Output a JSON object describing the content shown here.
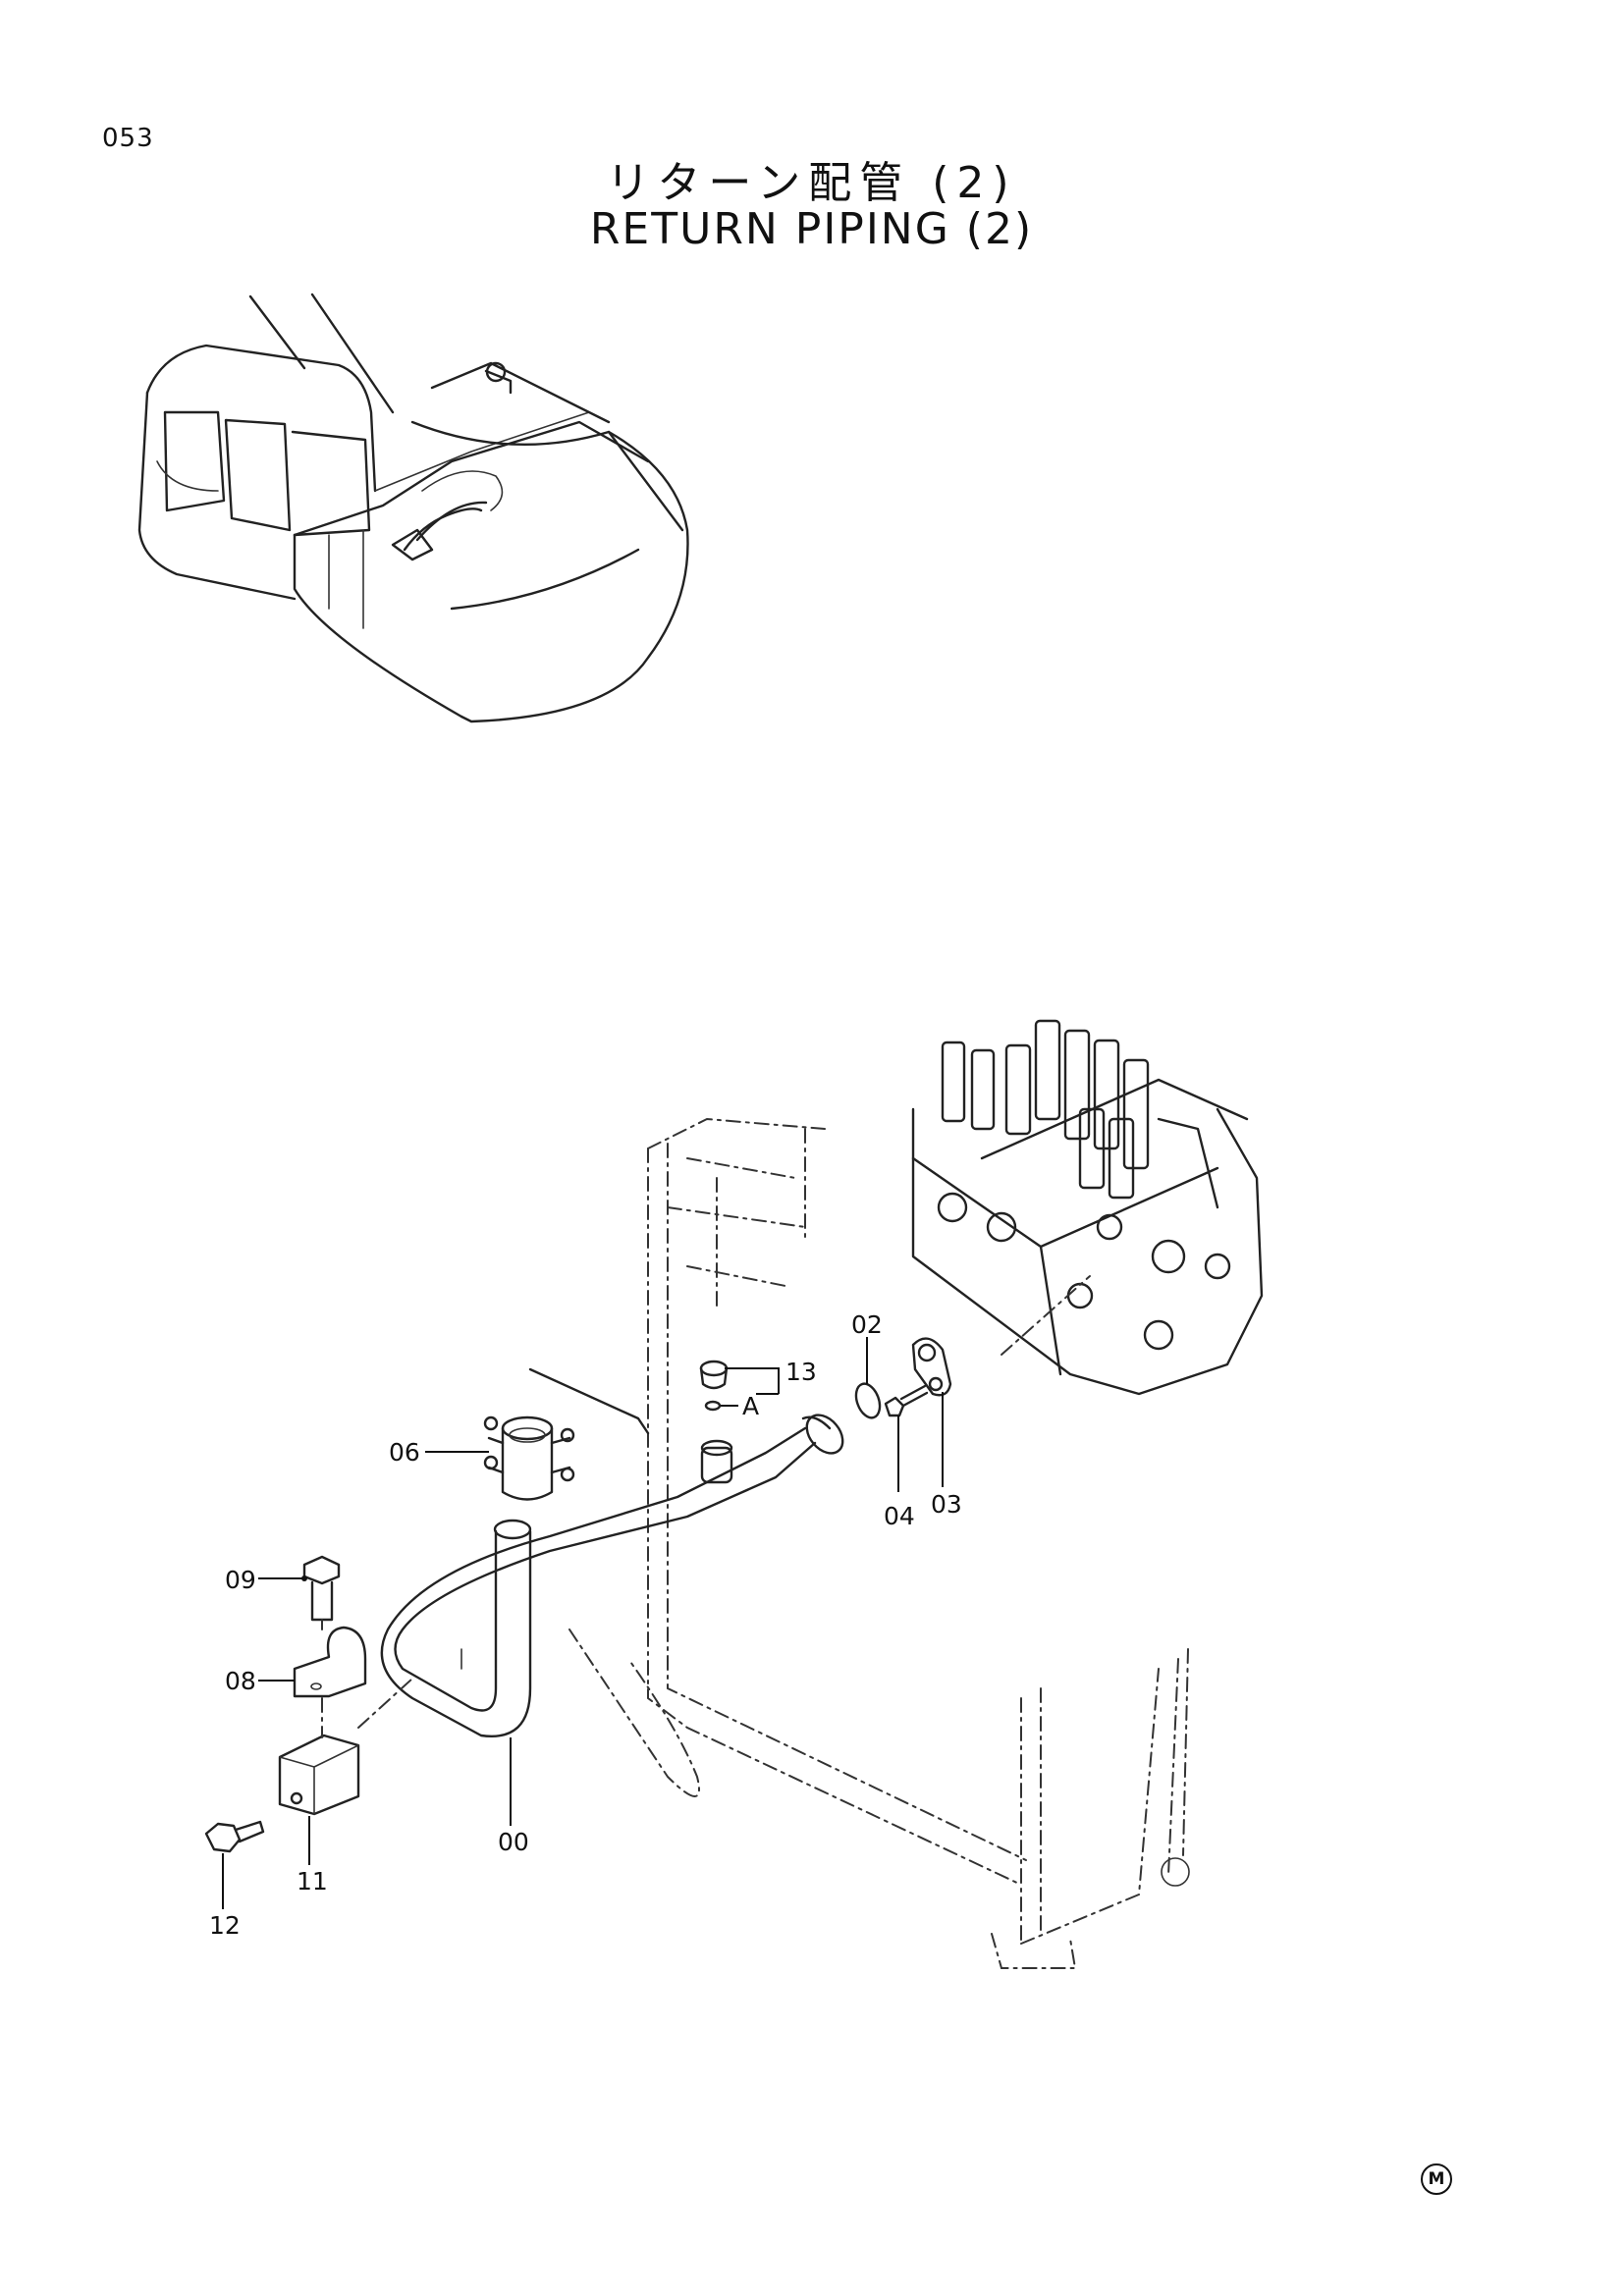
{
  "header": {
    "page_number": "053",
    "title_ja": "リターン配管 (2)",
    "title_en": "RETURN  PIPING (2)"
  },
  "callouts": {
    "c00": "00",
    "c02": "02",
    "c03": "03",
    "c04": "04",
    "c06": "06",
    "c08": "08",
    "c09": "09",
    "c11": "11",
    "c12": "12",
    "c13": "13",
    "cA": "A"
  },
  "footer": {
    "mark": "M"
  }
}
